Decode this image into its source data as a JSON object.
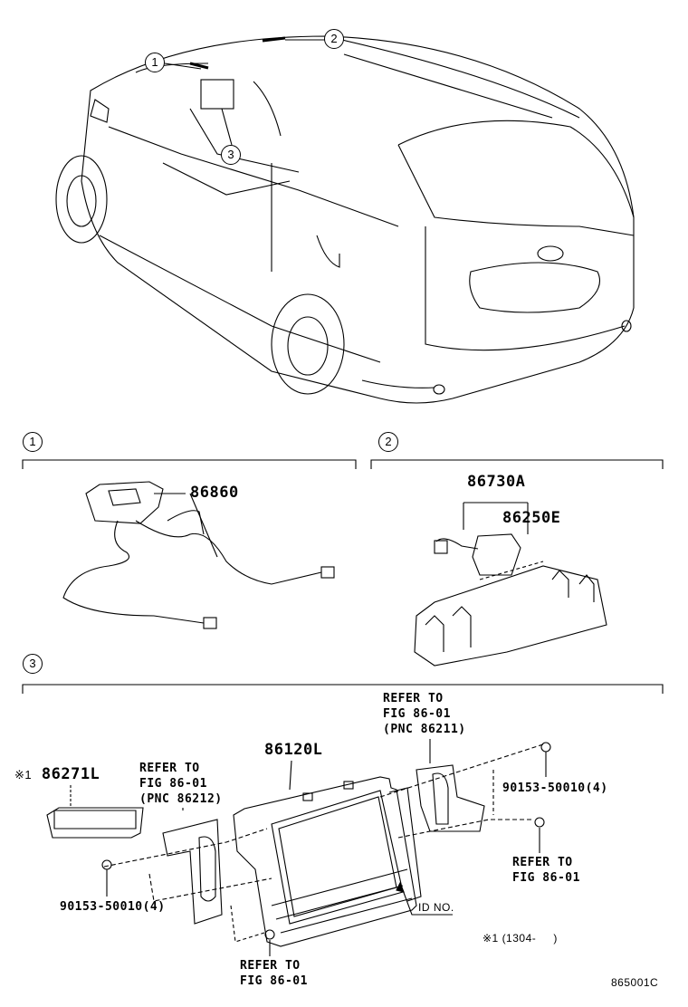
{
  "callouts": {
    "c1": "1",
    "c2": "2",
    "c3": "3"
  },
  "section1": {
    "parts": [
      "86860"
    ]
  },
  "section2": {
    "parts": [
      "86730A",
      "86250E"
    ]
  },
  "section3": {
    "note_mark": "※1",
    "part_86271L": "86271L",
    "part_86120L": "86120L",
    "refer_left": [
      "REFER TO",
      "FIG 86-01",
      "(PNC 86212)"
    ],
    "refer_right_top": [
      "REFER TO",
      "FIG 86-01",
      "(PNC 86211)"
    ],
    "bolt_right": "90153-50010(4)",
    "bolt_left": "90153-50010(4)",
    "refer_right_bottom": [
      "REFER TO",
      "FIG 86-01"
    ],
    "refer_bottom": [
      "REFER TO",
      "FIG 86-01"
    ],
    "id_no": "ID NO.",
    "footnote": "※1 (1304-     )"
  },
  "figure_code": "865001C"
}
